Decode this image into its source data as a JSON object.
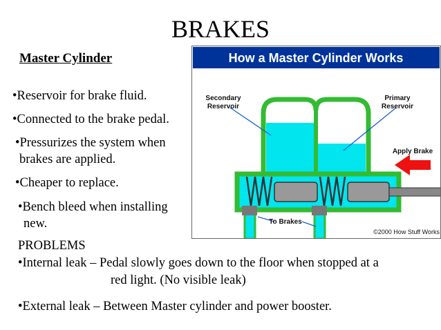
{
  "slide": {
    "title": "BRAKES",
    "subtitle": "Master Cylinder",
    "bullets": [
      "•Reservoir for brake fluid.",
      "•Connected to the brake pedal.",
      "•Pressurizes the system when",
      "brakes are applied.",
      "•Cheaper to replace.",
      "•Bench bleed when installing",
      "new."
    ],
    "problems_heading": "PROBLEMS",
    "problems": [
      "•Internal leak – Pedal slowly goes down to the floor when stopped at a",
      "red light. (No visible leak)",
      "•External leak – Between Master cylinder and power booster."
    ]
  },
  "diagram": {
    "header": "How a Master Cylinder Works",
    "labels": {
      "secondary_1": "Secondary",
      "secondary_2": "Reservoir",
      "primary_1": "Primary",
      "primary_2": "Reservoir",
      "apply": "Apply Brake",
      "to_brakes": "To Brakes",
      "copyright": "©2000 How Stuff Works"
    },
    "colors": {
      "header_bg": "#003399",
      "cylinder_green": "#33bb33",
      "fluid": "#00e5ee",
      "arrow": "#ee1111"
    }
  }
}
